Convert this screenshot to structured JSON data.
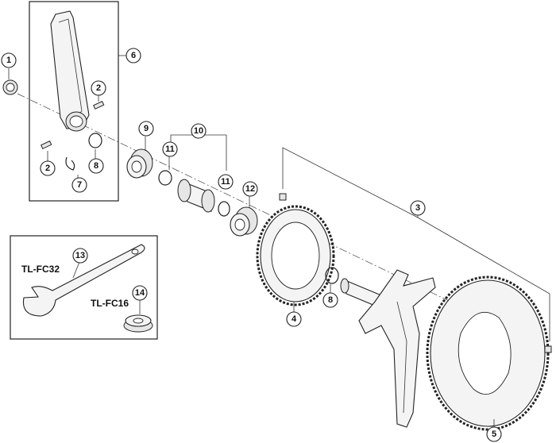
{
  "callouts": {
    "c1": "1",
    "c2a": "2",
    "c2b": "2",
    "c3": "3",
    "c4": "4",
    "c5": "5",
    "c6": "6",
    "c7": "7",
    "c8a": "8",
    "c8b": "8",
    "c9": "9",
    "c10": "10",
    "c11a": "11",
    "c11b": "11",
    "c12": "12",
    "c13": "13",
    "c14": "14"
  },
  "tools": {
    "wrench_label": "TL-FC32",
    "cap_tool_label": "TL-FC16"
  }
}
